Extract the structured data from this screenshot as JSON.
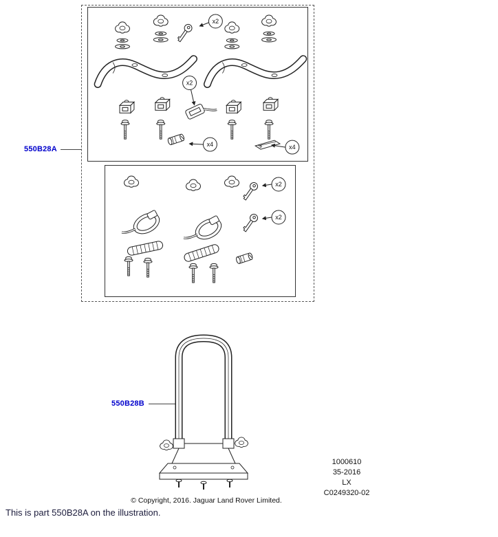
{
  "labels": {
    "part_a": "550B28A",
    "part_b": "550B28B"
  },
  "callout": {
    "x2": "x2",
    "x4": "x4"
  },
  "ref": {
    "lines": [
      "1000610",
      "35-2016",
      "LX",
      "C0249320-02"
    ]
  },
  "page": {
    "copyright": "© Copyright, 2016.  Jaguar Land Rover Limited.",
    "note": "This is part 550B28A on the illustration."
  },
  "colors": {
    "part_link": "#0000cc",
    "line_art": "#222222",
    "note_text": "#1c1c3c"
  }
}
